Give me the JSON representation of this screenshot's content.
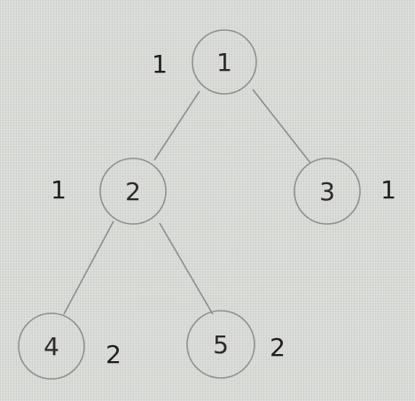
{
  "tree": {
    "nodes": [
      {
        "id": "1",
        "label": "1",
        "weight": "1"
      },
      {
        "id": "2",
        "label": "2",
        "weight": "1"
      },
      {
        "id": "3",
        "label": "3",
        "weight": "1"
      },
      {
        "id": "4",
        "label": "4",
        "weight": "2"
      },
      {
        "id": "5",
        "label": "5",
        "weight": "2"
      }
    ],
    "edges": [
      {
        "from": "1",
        "to": "2"
      },
      {
        "from": "1",
        "to": "3"
      },
      {
        "from": "2",
        "to": "4"
      },
      {
        "from": "2",
        "to": "5"
      }
    ]
  }
}
